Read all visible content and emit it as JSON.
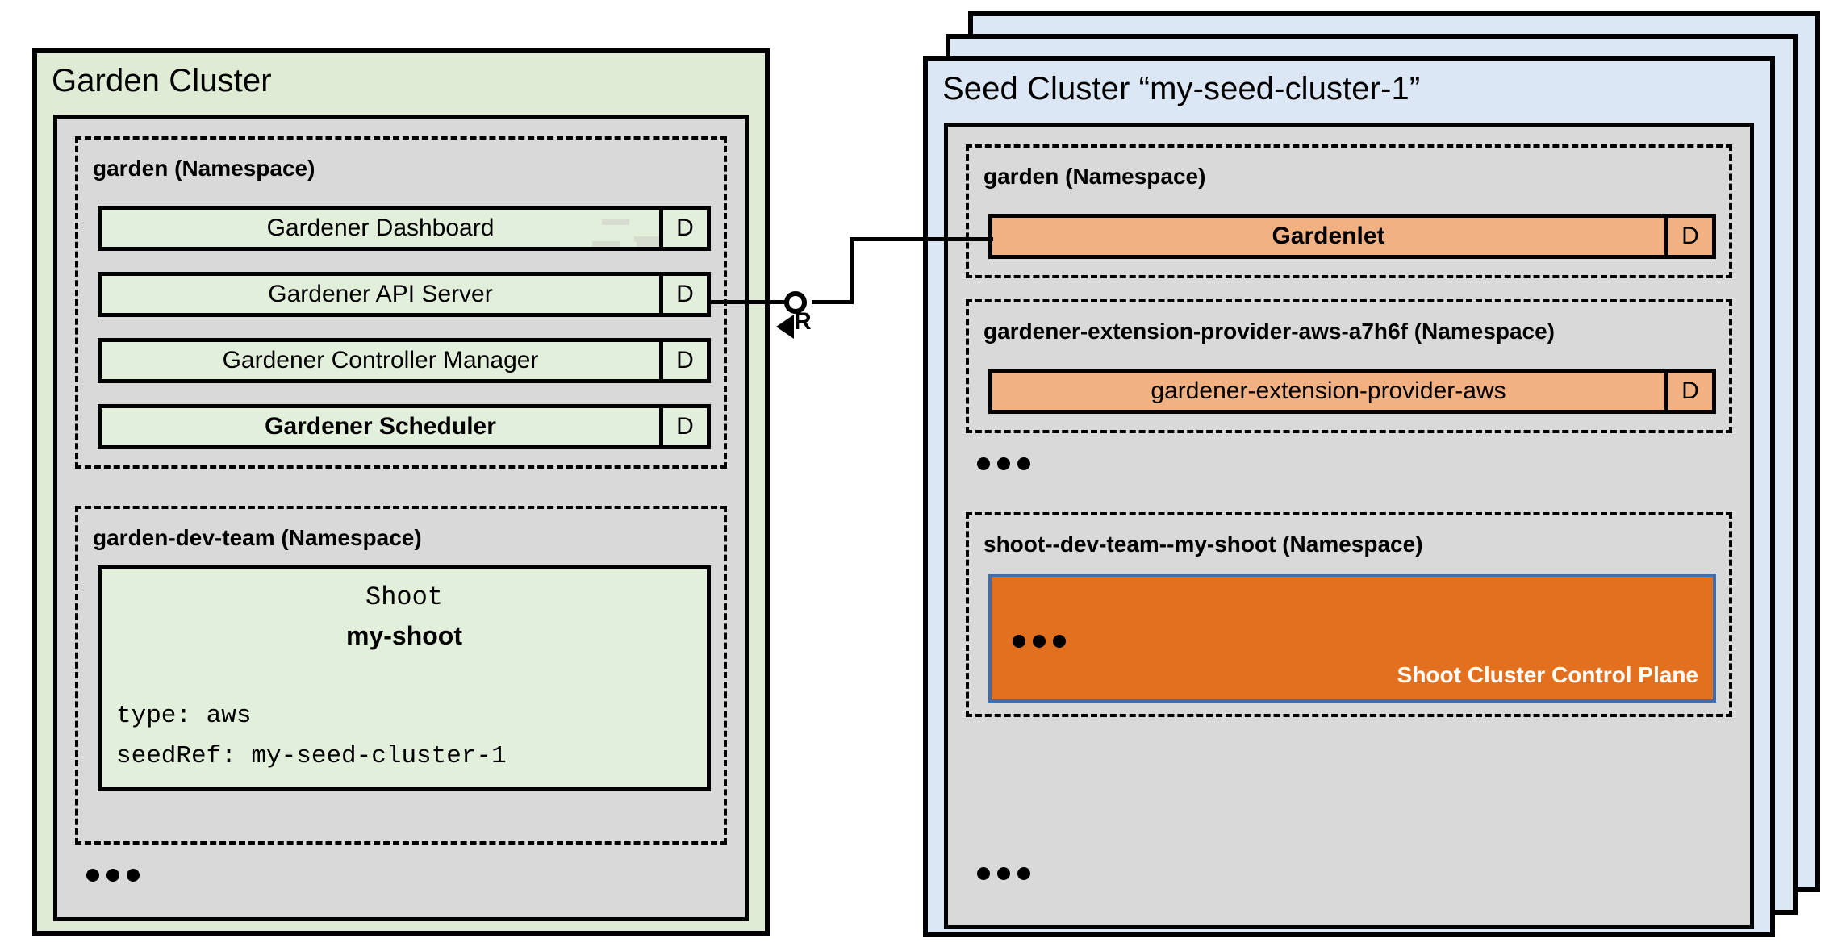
{
  "diagram": {
    "title": "Gardener Garden Cluster and Seed Cluster architecture",
    "colors": {
      "garden_cluster_bg": "#DFEBD5",
      "seed_cluster_bg": "#DCE7F5",
      "panel_bg": "#D9D9D9",
      "component_green": "#E2EFDA",
      "component_orange": "#F2B183",
      "control_plane_orange": "#E2701F",
      "control_plane_border": "#3E6EB0",
      "stroke": "#000000"
    }
  },
  "garden_cluster": {
    "title": "Garden Cluster",
    "namespaces": [
      {
        "name": "garden (Namespace)",
        "components": [
          {
            "label": "Gardener Dashboard",
            "badge": "D",
            "bold": false
          },
          {
            "label": "Gardener API Server",
            "badge": "D",
            "bold": false
          },
          {
            "label": "Gardener Controller Manager",
            "badge": "D",
            "bold": false
          },
          {
            "label": "Gardener Scheduler",
            "badge": "D",
            "bold": true
          }
        ]
      },
      {
        "name": "garden-dev-team (Namespace)",
        "shoot": {
          "kind": "Shoot",
          "name": "my-shoot",
          "fields": [
            "type: aws",
            "seedRef: my-seed-cluster-1"
          ]
        }
      }
    ],
    "more_indicator": "..."
  },
  "seed_cluster": {
    "title": "Seed Cluster “my-seed-cluster-1”",
    "namespaces": [
      {
        "name": "garden (Namespace)",
        "components": [
          {
            "label": "Gardenlet",
            "badge": "D",
            "bold": true
          }
        ]
      },
      {
        "name": "gardener-extension-provider-aws-a7h6f (Namespace)",
        "components": [
          {
            "label": "gardener-extension-provider-aws",
            "badge": "D",
            "bold": false
          }
        ]
      },
      {
        "name": "shoot--dev-team--my-shoot (Namespace)",
        "control_plane": {
          "label": "Shoot Cluster Control Plane",
          "more_indicator": "..."
        }
      }
    ],
    "more_indicator_middle": "...",
    "more_indicator_bottom": "..."
  },
  "connector": {
    "label": "R",
    "from": "Gardener API Server",
    "to": "Gardenlet"
  }
}
